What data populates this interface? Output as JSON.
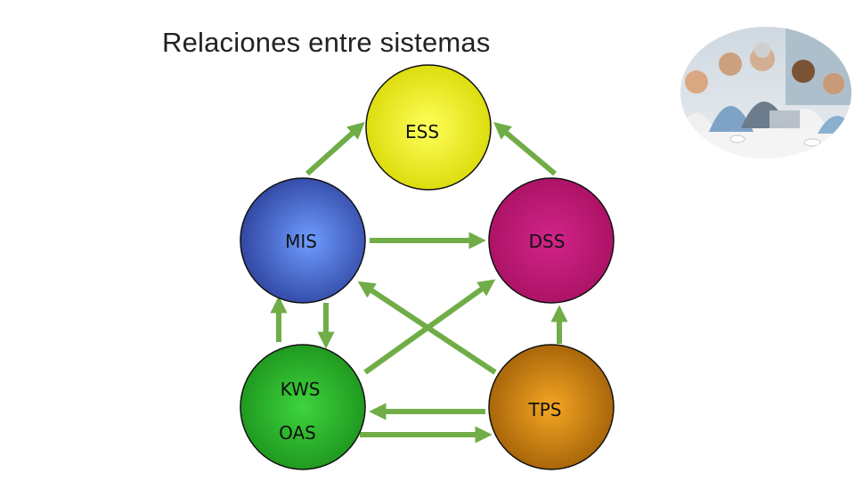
{
  "slide": {
    "title": "Relaciones entre sistemas"
  },
  "colors": {
    "arrow": "#70ad47",
    "ess": "#f2f20a",
    "mis": "#4f6fd6",
    "dss": "#c5177a",
    "kws": "#2eb82e",
    "tps": "#e08a0c",
    "outline": "#111111"
  },
  "nodes": {
    "ess": {
      "label": "ESS"
    },
    "mis": {
      "label": "MIS"
    },
    "dss": {
      "label": "DSS"
    },
    "kws": {
      "label": "KWS"
    },
    "oas": {
      "label": "OAS"
    },
    "tps": {
      "label": "TPS"
    }
  },
  "photo": {
    "icon": "business-meeting-photo"
  }
}
